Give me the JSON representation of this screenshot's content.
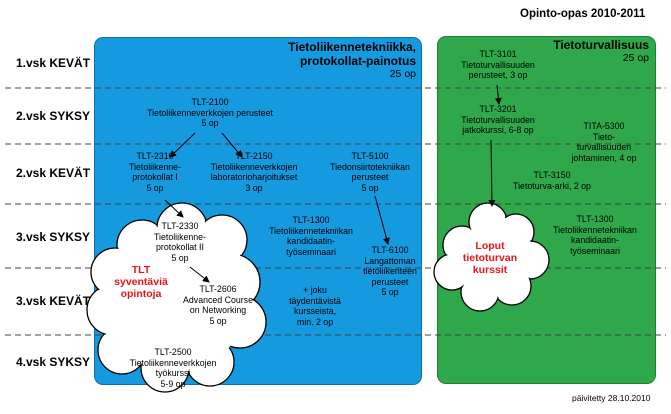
{
  "header": {
    "title": "Opinto-opas 2010-2011"
  },
  "footer": {
    "updated": "päivitetty 28.10.2010"
  },
  "semesters": [
    "1.vsk KEVÄT",
    "2.vsk SYKSY",
    "2.vsk KEVÄT",
    "3.vsk SYKSY",
    "3.vsk KEVÄT",
    "4.vsk SYKSY"
  ],
  "panels": {
    "networking": {
      "title_line1": "Tietoliikennetekniikka,",
      "title_line2": "protokollat-painotus",
      "credits": "25 op",
      "color": "#159ae0"
    },
    "security": {
      "title": "Tietoturvallisuus",
      "credits": "25 op",
      "color": "#2ea84a"
    }
  },
  "courses": {
    "tlt2100": [
      "TLT-2100",
      "Tietoliikenneverkkojen perusteet",
      "5 op"
    ],
    "tlt2310": [
      "TLT-2310",
      "Tietoliikenne-",
      "protokollat I",
      "5 op"
    ],
    "tlt2150": [
      "TLT-2150",
      "Tietoliikenneverkkojen",
      "laboratorioharjoitukset",
      "3 op"
    ],
    "tlt5100": [
      "TLT-5100",
      "Tiedonsiirtotekniikan",
      "perusteet",
      "5 op"
    ],
    "tlt2330": [
      "TLT-2330",
      "Tietoliikenne-",
      "protokollat II",
      "5 op"
    ],
    "tlt1300a": [
      "TLT-1300",
      "Tietoliikennetekniikan",
      "kandidaatin-",
      "työseminaari"
    ],
    "tlt6100": [
      "TLT-6100",
      "Langattoman",
      "tietoliikenteen",
      "perusteet",
      "5 op"
    ],
    "tlt2606": [
      "TLT-2606",
      "Advanced Course",
      "on Networking",
      "5 op"
    ],
    "optional": [
      "+ joku",
      "täydentävistä",
      "kursseista,",
      "min. 2 op"
    ],
    "tlt2500": [
      "TLT-2500",
      "Tietoliikenneverkkojen",
      "työkurssi",
      "5-9 op"
    ],
    "tlt3101": [
      "TLT-3101",
      "Tietoturvallisuuden",
      "perusteet, 3 op"
    ],
    "tlt3201": [
      "TLT-3201",
      "Tietoturvallisuuden",
      "jatkokurssi, 6-8 op"
    ],
    "tita5300": [
      "TITA-5300",
      "Tieto-",
      "turvallisuuden",
      "johtaminen, 4 op"
    ],
    "tlt3150": [
      "TLT-3150",
      "Tietoturva-arki, 2 op"
    ],
    "tlt1300b": [
      "TLT-1300",
      "Tietoliikennetekniikan",
      "kandidaatin-",
      "työseminaari"
    ]
  },
  "clouds": {
    "tlt_deepening": [
      "TLT",
      "syventäviä",
      "opintoja"
    ],
    "remaining_security": [
      "Loput",
      "tietoturvan",
      "kurssit"
    ],
    "text_color": "#e8141a"
  }
}
